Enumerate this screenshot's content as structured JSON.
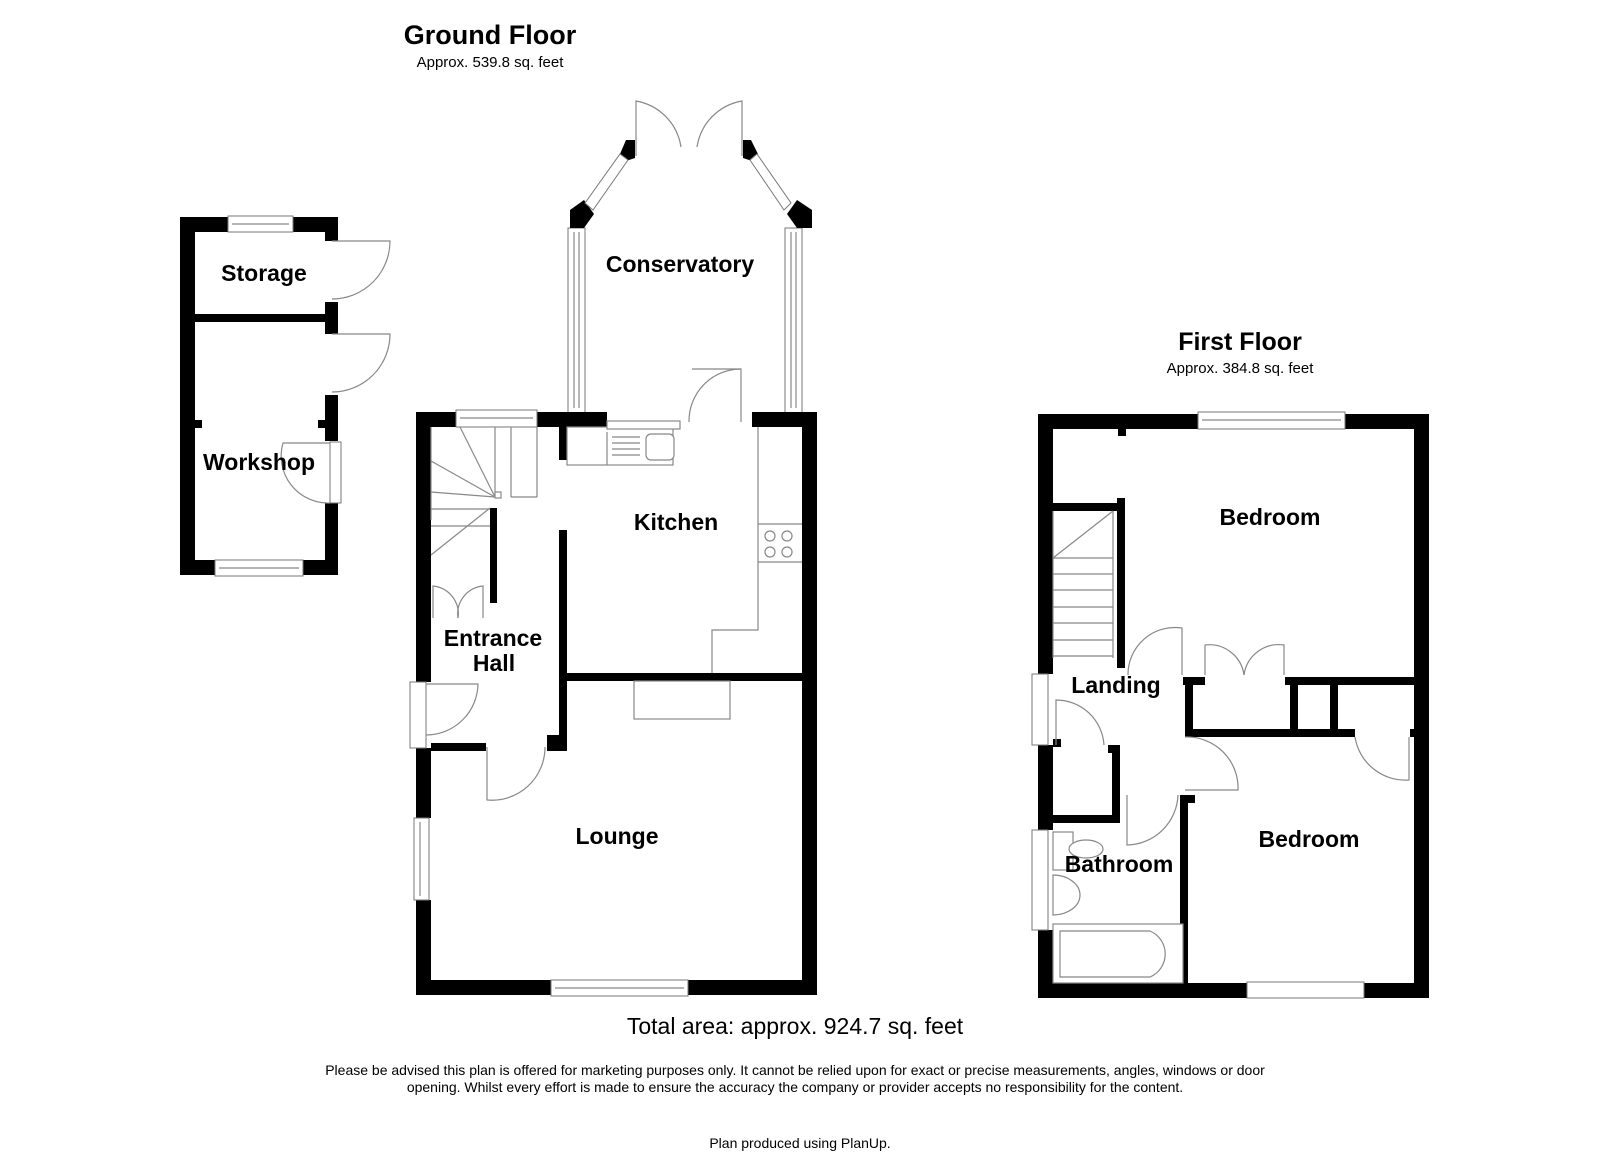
{
  "ground_floor": {
    "title": "Ground Floor",
    "area": "Approx. 539.8 sq. feet",
    "rooms": [
      {
        "name": "Storage"
      },
      {
        "name": "Workshop"
      },
      {
        "name": "Conservatory"
      },
      {
        "name": "Kitchen"
      },
      {
        "name": "Entrance"
      },
      {
        "name": "Hall"
      },
      {
        "name": "Lounge"
      }
    ]
  },
  "first_floor": {
    "title": "First Floor",
    "area": "Approx. 384.8 sq. feet",
    "rooms": [
      {
        "name": "Bedroom"
      },
      {
        "name": "Landing"
      },
      {
        "name": "Bathroom"
      },
      {
        "name": "Bedroom"
      }
    ]
  },
  "footer": {
    "total_area": "Total area: approx. 924.7 sq. feet",
    "disclaimer_line1": "Please be advised this plan is offered for marketing purposes only. It cannot be relied upon for exact or precise measurements, angles, windows or door",
    "disclaimer_line2": "opening. Whilst every effort is made to ensure the accuracy the company or provider accepts no responsibility for the content.",
    "credit": "Plan produced using PlanUp."
  },
  "colors": {
    "wall": "#000000",
    "fixture_line": "#888888",
    "background": "#ffffff"
  }
}
